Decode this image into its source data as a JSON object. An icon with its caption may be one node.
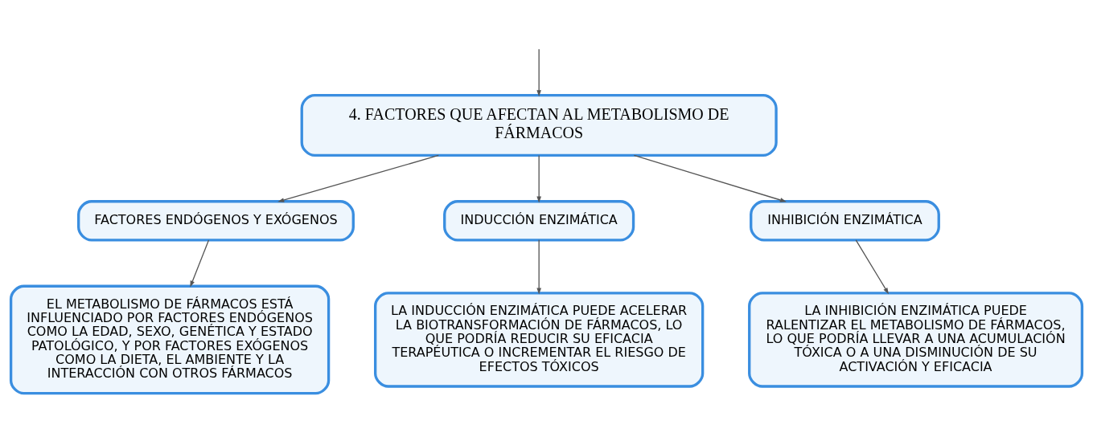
{
  "diagram": {
    "nodes": [
      {
        "text": [
          "4. FACTORES QUE AFECTAN AL METABOLISMO DE FÁRMACOS"
        ]
      },
      {
        "text": [
          "FACTORES ENDÓGENOS Y EXÓGENOS"
        ]
      },
      {
        "text": [
          "INDUCCIÓN ENZIMÁTICA"
        ]
      },
      {
        "text": [
          "INHIBICIÓN ENZIMÁTICA"
        ]
      },
      {
        "text": [
          "EL METABOLISMO DE FÁRMACOS ESTÁ INFLUENCIADO POR FACTORES ENDÓGENOS COMO LA EDAD, SEXO, GENÉTICA Y ESTADO PATOLÓGICO, Y POR FACTORES EXÓGENOS COMO LA DIETA, EL AMBIENTE Y LA INTERACCIÓN CON OTROS FÁRMACOS"
        ]
      },
      {
        "text": [
          "LA INDUCCIÓN ENZIMÁTICA PUEDE ACELERAR LA BIOTRANSFORMACIÓN DE FÁRMACOS, LO QUE PODRÍA REDUCIR SU EFICACIA TERAPÉUTICA O INCREMENTAR EL RIESGO DE EFECTOS TÓXICOS"
        ]
      },
      {
        "text": [
          "LA INHIBICIÓN ENZIMÁTICA PUEDE RALENTIZAR EL METABOLISMO DE FÁRMACOS, LO QUE PODRÍA LLEVAR A UNA ACUMULACIÓN TÓXICA O A UNA DISMINUCIÓN DE SU ACTIVACIÓN Y EFICACIA"
        ]
      }
    ],
    "edges": [
      {
        "from": null,
        "to": 0,
        "arrow": "to"
      },
      {
        "from": 0,
        "to": 1,
        "arrow": "to"
      },
      {
        "from": 0,
        "to": 2,
        "arrow": "to"
      },
      {
        "from": 0,
        "to": 3,
        "arrow": "to"
      },
      {
        "from": 1,
        "to": 4,
        "arrow": "to"
      },
      {
        "from": 2,
        "to": 5,
        "arrow": "to"
      },
      {
        "from": 3,
        "to": 6,
        "arrow": "to"
      }
    ]
  }
}
